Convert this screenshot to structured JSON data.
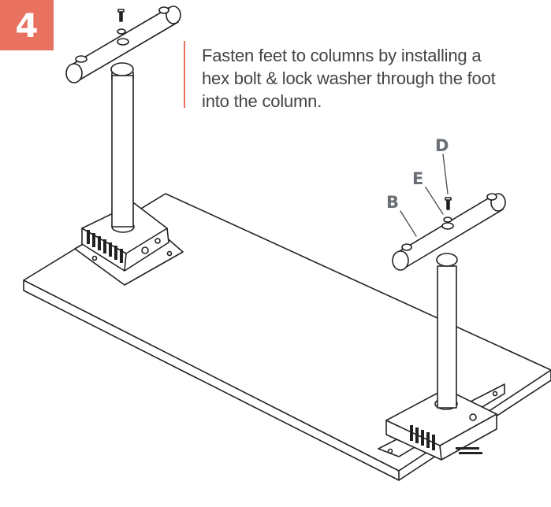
{
  "step": {
    "number": "4"
  },
  "instruction": {
    "lines": [
      "Fasten feet to columns by installing a",
      "hex bolt & lock washer through the foot",
      "into the column."
    ]
  },
  "callouts": {
    "b": "B",
    "e": "E",
    "d": "D"
  },
  "colors": {
    "accent": "#e8725f",
    "text": "#444444",
    "callout": "#6a6f75",
    "line": "#222222"
  }
}
